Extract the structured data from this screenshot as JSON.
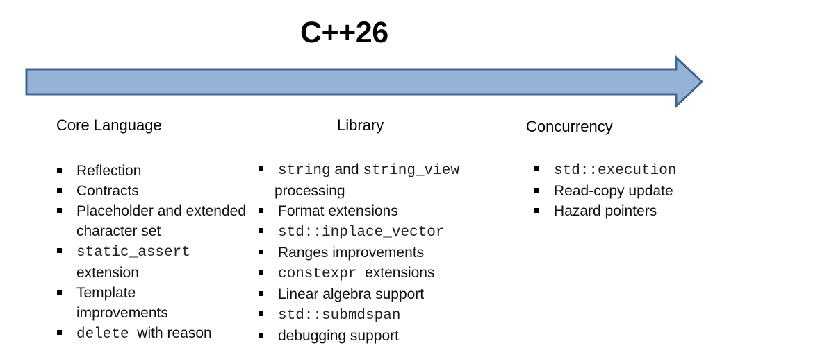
{
  "title": "C++26",
  "arrow": {
    "fill": "#95b3d7",
    "stroke": "#3f6592"
  },
  "columns": {
    "core": {
      "heading": "Core Language",
      "items": [
        {
          "parts": [
            {
              "text": "Reflection",
              "code": false
            }
          ]
        },
        {
          "parts": [
            {
              "text": "Contracts",
              "code": false
            }
          ]
        },
        {
          "parts": [
            {
              "text": "Placeholder and extended character set",
              "code": false
            }
          ]
        },
        {
          "parts": [
            {
              "text": "static_assert",
              "code": true
            },
            {
              "text": " extension",
              "code": false
            }
          ]
        },
        {
          "parts": [
            {
              "text": "Template improvements",
              "code": false
            }
          ]
        },
        {
          "parts": [
            {
              "text": "delete",
              "code": true
            },
            {
              "text": "  with reason",
              "code": false
            }
          ]
        }
      ]
    },
    "library": {
      "heading": "Library",
      "items": [
        {
          "parts": [
            {
              "text": "string",
              "code": true
            },
            {
              "text": " and ",
              "code": false
            },
            {
              "text": "string_view",
              "code": true
            },
            {
              "text": " processing",
              "code": false
            }
          ]
        },
        {
          "parts": [
            {
              "text": "Format extensions",
              "code": false
            }
          ]
        },
        {
          "parts": [
            {
              "text": "std::inplace_vector",
              "code": true
            }
          ]
        },
        {
          "parts": [
            {
              "text": "Ranges improvements",
              "code": false
            }
          ]
        },
        {
          "parts": [
            {
              "text": "constexpr",
              "code": true
            },
            {
              "text": "  extensions",
              "code": false
            }
          ]
        },
        {
          "parts": [
            {
              "text": "Linear algebra support",
              "code": false
            }
          ]
        },
        {
          "parts": [
            {
              "text": "std::submdspan",
              "code": true
            }
          ]
        },
        {
          "parts": [
            {
              "text": "debugging support",
              "code": false
            }
          ]
        }
      ]
    },
    "concurrency": {
      "heading": "Concurrency",
      "items": [
        {
          "parts": [
            {
              "text": "std::execution",
              "code": true
            }
          ]
        },
        {
          "parts": [
            {
              "text": "Read-copy update",
              "code": false
            }
          ]
        },
        {
          "parts": [
            {
              "text": "Hazard pointers",
              "code": false
            }
          ]
        }
      ]
    }
  }
}
